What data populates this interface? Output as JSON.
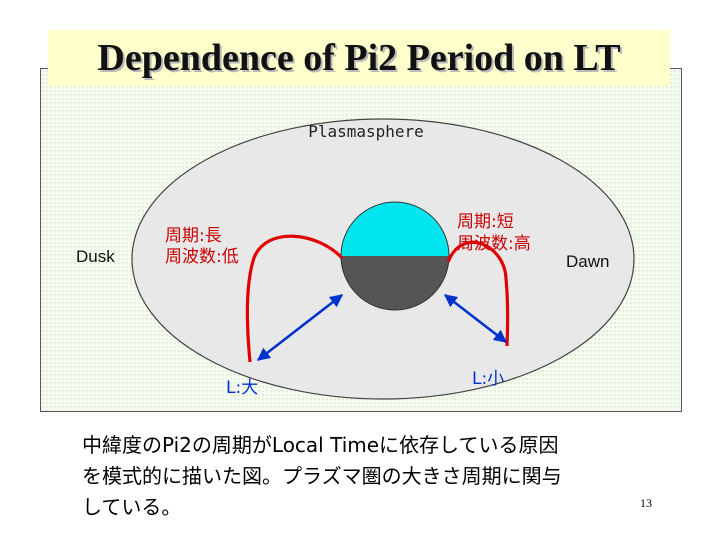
{
  "title": "Dependence of Pi2 Period on LT",
  "labels": {
    "plasmasphere": "Plasmasphere",
    "dusk": "Dusk",
    "dawn": "Dawn",
    "dusk_period": "周期:長",
    "dusk_freq": "周波数:低",
    "dawn_period": "周期:短",
    "dawn_freq": "周波数:高",
    "dusk_L": "L:大",
    "dawn_L": "L:小"
  },
  "caption": {
    "lines": [
      "中緯度のPi2の周期がLocal Timeに依存している原因",
      "を模式的に描いた図。プラズマ圏の大きさ周期に関与",
      "している。"
    ]
  },
  "slide_number": "13",
  "colors": {
    "title_bg": "#ffffcc",
    "plasmasphere_fill": "#e8e8e8",
    "earth_day": "#00e5ee",
    "earth_night": "#555555",
    "field_line": "#e00000",
    "arrow": "#0033cc",
    "red_text": "#cc0000",
    "blue_text": "#0033cc"
  }
}
